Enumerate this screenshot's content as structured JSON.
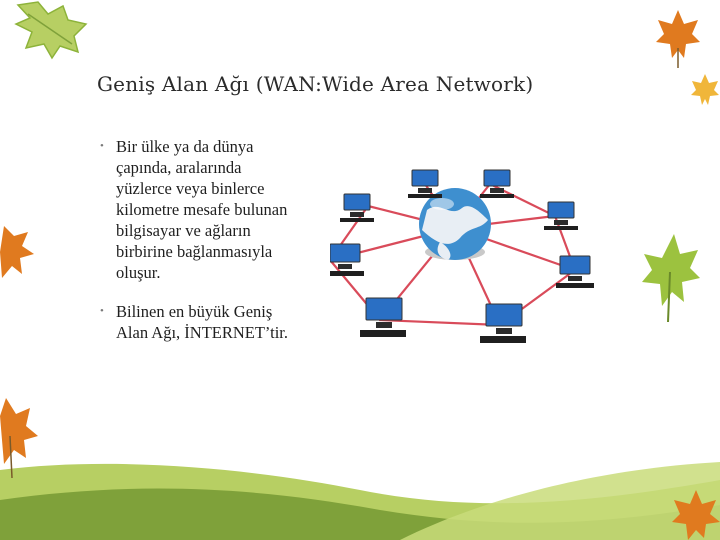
{
  "slide": {
    "title": "Geniş Alan Ağı (WAN:Wide Area Network)",
    "bullets": [
      {
        "text": "Bir ülke ya da dünya çapında, aralarında yüzlerce veya binlerce kilometre mesafe bulunan bilgisayar ve ağların birbirine bağlanmasıyla oluşur."
      },
      {
        "text": "Bilinen en büyük Geniş Alan Ağı, İNTERNET’tir."
      }
    ],
    "bullet_symbol": "•"
  },
  "colors": {
    "hill_dark": "#7fa13a",
    "hill_light": "#b7cf63",
    "leaf_orange": "#e07a1f",
    "leaf_green": "#8db33a",
    "connector": "#d94b5a",
    "monitor": "#2a6fc4"
  },
  "icons": [
    "globe-icon",
    "computer-icon",
    "maple-leaf-icon"
  ]
}
